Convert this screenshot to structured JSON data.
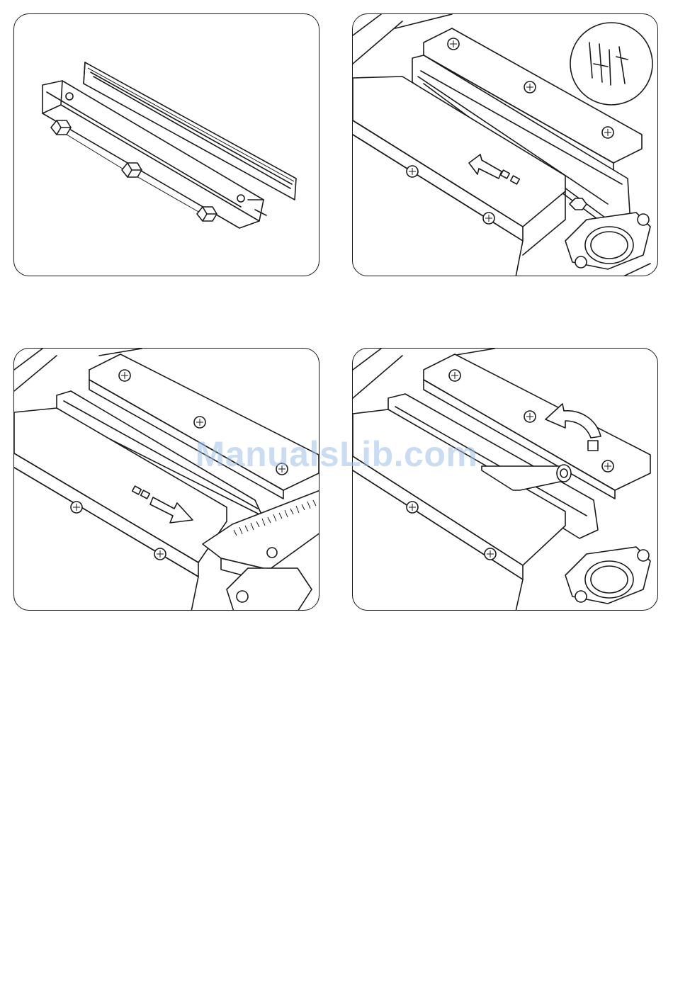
{
  "page": {
    "watermark": "ManualsLib.com"
  },
  "figures": [
    {
      "id": "fig-1",
      "subject": "planer-blade-and-gib-bar"
    },
    {
      "id": "fig-2",
      "subject": "insert-blade-into-cutterhead"
    },
    {
      "id": "fig-3",
      "subject": "set-blade-height-with-gauge"
    },
    {
      "id": "fig-4",
      "subject": "tighten-gib-bolts-with-wrench"
    }
  ],
  "colors": {
    "line": "#1a1a1a",
    "watermark": "#9ec0e8",
    "background": "#ffffff"
  }
}
